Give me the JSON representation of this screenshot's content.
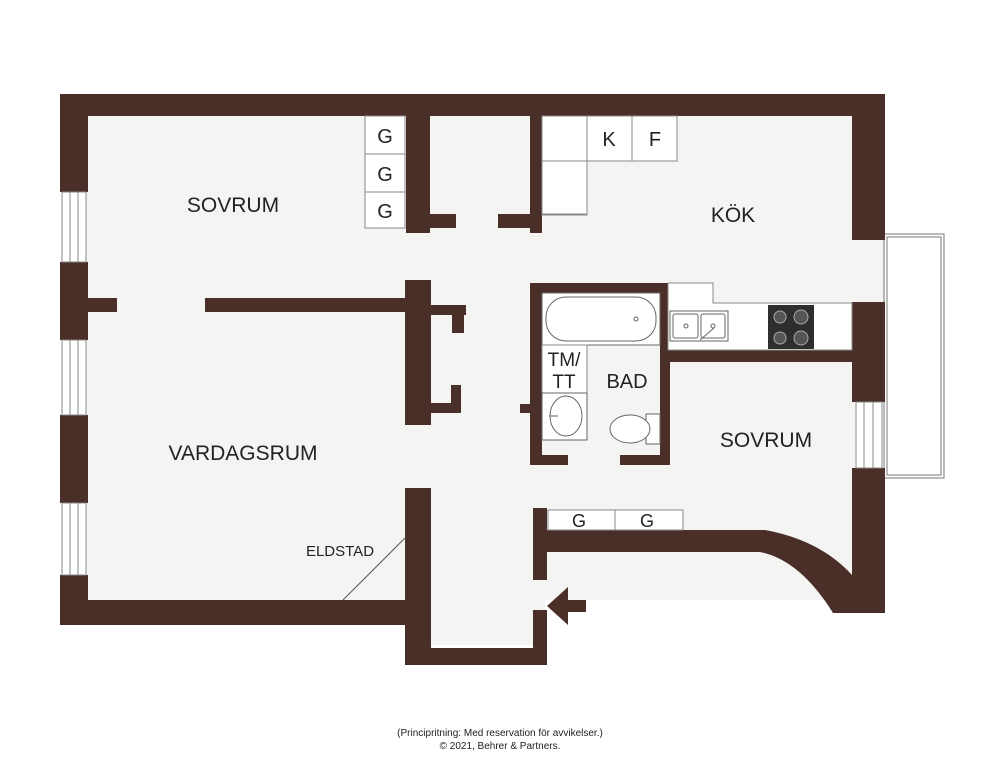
{
  "colors": {
    "wall": "#4a2f28",
    "floor": "#f4f4f2",
    "fixture_stroke": "#555555",
    "fixture_fill": "#ffffff",
    "label": "#222222"
  },
  "rooms": {
    "sovrum_1": "SOVRUM",
    "kok": "KÖK",
    "vardagsrum": "VARDAGSRUM",
    "bad": "BAD",
    "sovrum_2": "SOVRUM",
    "tmtt_line1": "TM/",
    "tmtt_line2": "TT",
    "eldstad": "ELDSTAD"
  },
  "fixtures": {
    "wardrobe_1": "G",
    "wardrobe_2": "G",
    "wardrobe_3": "G",
    "fridge": "K",
    "freezer": "F",
    "wardrobe_4": "G",
    "wardrobe_5": "G"
  },
  "icons": {
    "entrance": "entrance-arrow-icon",
    "sink": "kitchen-sink-icon",
    "stove": "stove-icon",
    "bathtub": "bathtub-icon",
    "toilet": "toilet-icon",
    "washbasin": "washbasin-icon"
  },
  "footer": {
    "line1": "(Principritning: Med reservation för avvikelser.)",
    "line2": "© 2021, Behrer & Partners."
  }
}
